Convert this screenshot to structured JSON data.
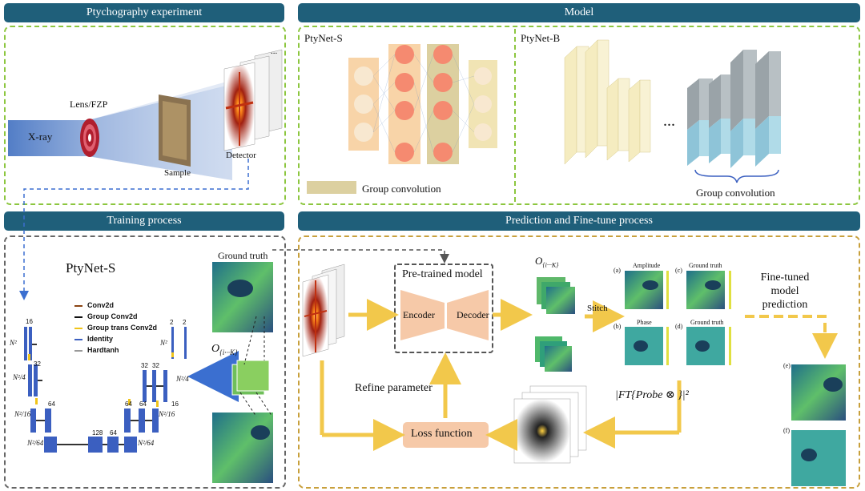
{
  "headers": {
    "experiment": "Ptychography experiment",
    "model": "Model",
    "training": "Training process",
    "prediction": "Prediction and Fine-tune process"
  },
  "experiment": {
    "xray": "X-ray",
    "lens": "Lens/FZP",
    "sample": "Sample",
    "detector": "Detector",
    "ellipsis": "..."
  },
  "model": {
    "ptynet_s": "PtyNet-S",
    "ptynet_b": "PtyNet-B",
    "group_conv_s": "Group convolution",
    "group_conv_b": "Group convolution",
    "ellipsis": "..."
  },
  "training": {
    "title": "PtyNet-S",
    "ground_truth": "Ground truth",
    "o_label": "O",
    "o_sub": "{i···K}",
    "legend": [
      "Conv2d",
      "Group Conv2d",
      "Group trans Conv2d",
      "Identity",
      "Hardtanh"
    ],
    "legend_colors": [
      "#8b4513",
      "#111111",
      "#f0c419",
      "#3b5fc0",
      "#999999"
    ],
    "channel_labels": [
      "16",
      "32",
      "64",
      "128",
      "64",
      "64",
      "64",
      "16",
      "32",
      "32",
      "2",
      "2"
    ],
    "size_labels": [
      "N²",
      "N²/4",
      "N²/16",
      "N²/64",
      "N²/64",
      "N²/16",
      "N²/4",
      "N²"
    ]
  },
  "prediction": {
    "pretrained": "Pre-trained model",
    "encoder": "Encoder",
    "decoder": "Decoder",
    "o_label": "O",
    "o_sub": "{i···K}",
    "stitch": "Stitch",
    "amplitude": "Amplitude",
    "phase": "Phase",
    "gt1": "Ground truth",
    "gt2": "Ground truth",
    "tag_a": "(a)",
    "tag_b": "(b)",
    "tag_c": "(c)",
    "tag_d": "(d)",
    "tag_e": "(e)",
    "tag_f": "(f)",
    "finetuned": "Fine-tuned model prediction",
    "formula": "|FT{Probe ⊗ }|²",
    "refine": "Refine parameter",
    "loss": "Loss function"
  }
}
